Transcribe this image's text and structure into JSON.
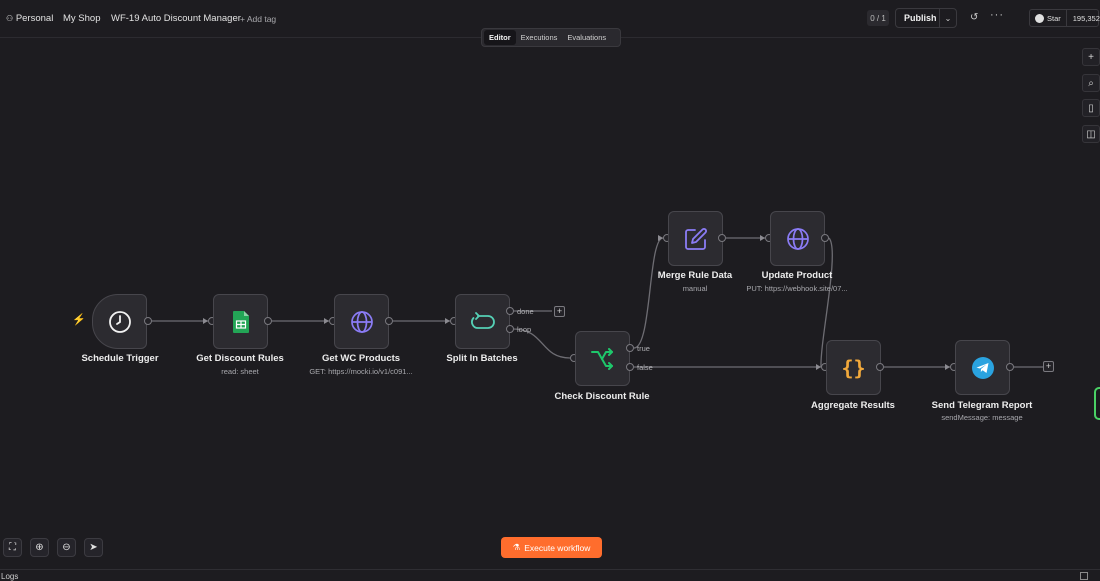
{
  "header": {
    "project": "Personal",
    "shop": "My Shop",
    "workflow_name": "WF-19 Auto Discount Manager",
    "add_tag": "+ Add tag",
    "counter": "0 / 1",
    "publish": "Publish",
    "github_star": "Star",
    "github_count": "195,352"
  },
  "tabs": [
    "Editor",
    "Executions",
    "Evaluations"
  ],
  "nodes": {
    "schedule": {
      "label": "Schedule Trigger"
    },
    "get_rules": {
      "label": "Get Discount Rules",
      "sub": "read: sheet"
    },
    "get_products": {
      "label": "Get WC Products",
      "sub": "GET: https://mocki.io/v1/c091..."
    },
    "split": {
      "label": "Split In Batches",
      "out_done": "done",
      "out_loop": "loop"
    },
    "check": {
      "label": "Check Discount Rule",
      "out_true": "true",
      "out_false": "false"
    },
    "merge": {
      "label": "Merge Rule Data",
      "sub": "manual"
    },
    "update": {
      "label": "Update Product",
      "sub": "PUT: https://webhook.site/07..."
    },
    "aggregate": {
      "label": "Aggregate Results"
    },
    "telegram": {
      "label": "Send Telegram Report",
      "sub": "sendMessage: message"
    }
  },
  "bottom": {
    "execute": "Execute workflow",
    "logs": "Logs"
  },
  "colors": {
    "accent": "#ff6d2d",
    "sheets": "#23a556",
    "http": "#8b7cf6",
    "if": "#1ec76b",
    "telegram": "#2aa3e0",
    "code": "#f2a93b"
  }
}
